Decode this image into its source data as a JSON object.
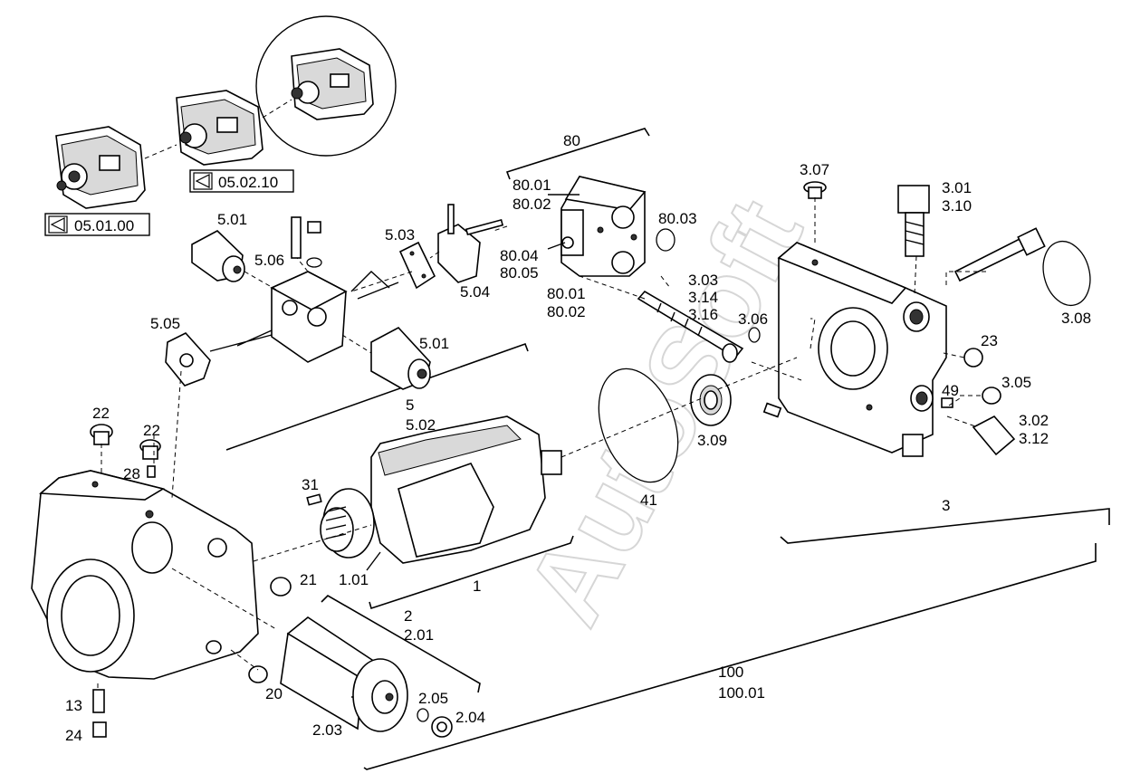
{
  "watermark": "AutoSoft",
  "refs": {
    "r1": "05.01.00",
    "r2": "05.02.10"
  },
  "labels": {
    "l80": "80",
    "l8001a": "80.01",
    "l8002a": "80.02",
    "l8003": "80.03",
    "l8004": "80.04",
    "l8005": "80.05",
    "l8001b": "80.01",
    "l8002b": "80.02",
    "l307": "3.07",
    "l301": "3.01",
    "l310": "3.10",
    "l308": "3.08",
    "l303": "3.03",
    "l314": "3.14",
    "l316": "3.16",
    "l306": "3.06",
    "l23": "23",
    "l305": "3.05",
    "l49": "49",
    "l302": "3.02",
    "l312": "3.12",
    "l309": "3.09",
    "l3": "3",
    "l41": "41",
    "l501a": "5.01",
    "l506": "5.06",
    "l503": "5.03",
    "l504": "5.04",
    "l505": "5.05",
    "l501b": "5.01",
    "l5": "5",
    "l502": "5.02",
    "l22a": "22",
    "l22b": "22",
    "l28": "28",
    "l31": "31",
    "l101": "1.01",
    "l1": "1",
    "l21": "21",
    "l2": "2",
    "l201": "2.01",
    "l100": "100",
    "l10001": "100.01",
    "l13": "13",
    "l24": "24",
    "l20": "20",
    "l203": "2.03",
    "l205": "2.05",
    "l204": "2.04"
  }
}
